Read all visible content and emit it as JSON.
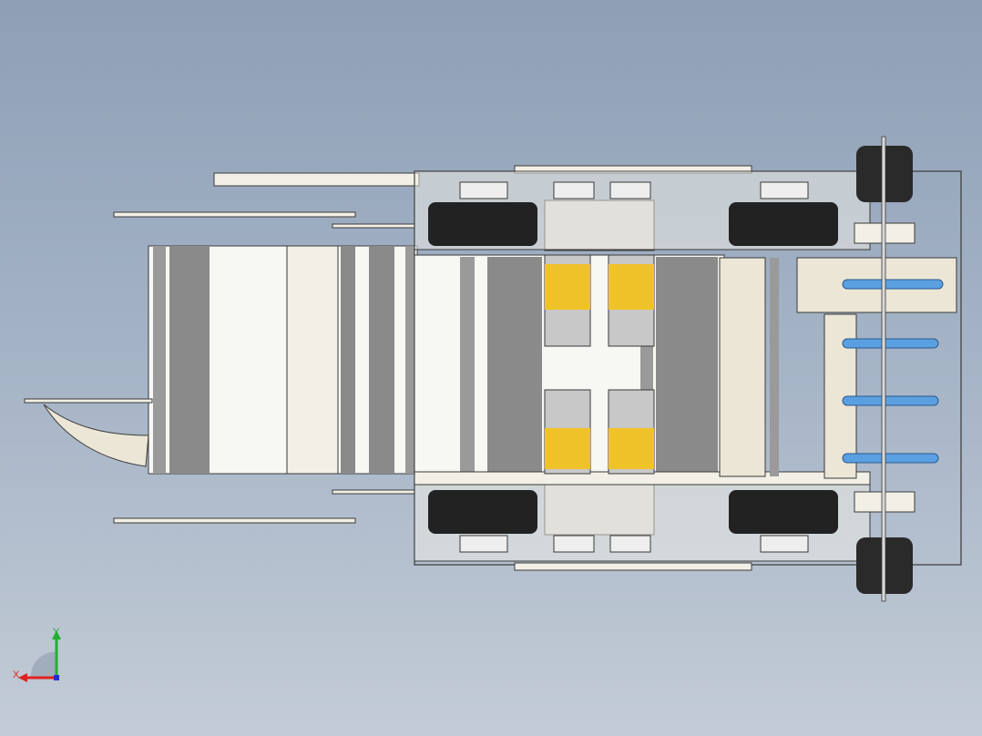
{
  "viewport": {
    "background_top": "#8e9fb6",
    "background_bottom": "#c3ccd6"
  },
  "model": {
    "description_icon": "cad-robot-chassis-top-view",
    "colors": {
      "frame": "#f2f0e6",
      "outline": "#3a3a3a",
      "belt_dark": "#8a8a8a",
      "roller_light": "#f7f7f3",
      "motor_yellow": "#f0c22a",
      "motor_silver": "#c8c8c8",
      "wheel_black": "#222222",
      "wheel_accent": "#e0b020",
      "axle_blue": "#5aa0e0"
    }
  },
  "triad": {
    "x_label": "X",
    "y_label": "Y",
    "x_color": "#e02020",
    "y_color": "#20b030",
    "z_color": "#2030d0"
  }
}
